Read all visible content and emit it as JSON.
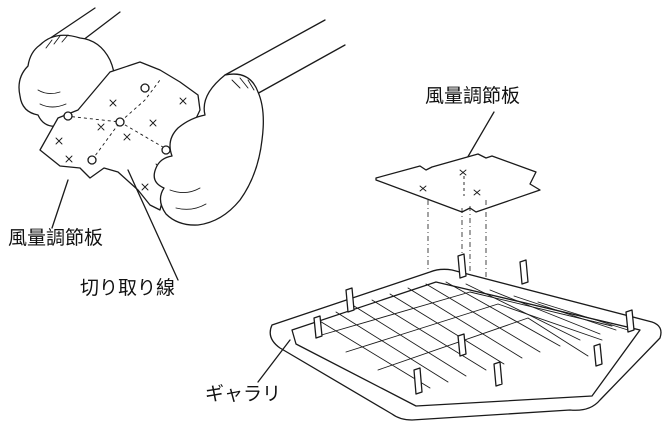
{
  "labels": {
    "plate_left": "風量調節板",
    "cut_line": "切り取り線",
    "plate_right": "風量調節板",
    "grille": "ギャラリ"
  }
}
